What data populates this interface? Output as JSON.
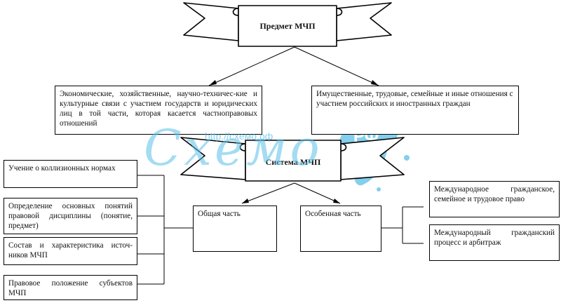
{
  "top_banner": {
    "title": "Предмет МЧП"
  },
  "middle_banner": {
    "title": "Система МЧП"
  },
  "subject_left": {
    "text": "Экономические, хозяйственные, научно-техничес-кие и культурные связи с участием государств и юридических лиц в той части, которая касается частноправовых отношений"
  },
  "subject_right": {
    "text": "Имущественные, трудовые, семейные и иные отношения с участием российских и иностранных граждан"
  },
  "general_part": {
    "label": "Общая часть"
  },
  "special_part": {
    "label": "Особенная часть"
  },
  "general_items": [
    {
      "text": "Учение о коллизионных нормах"
    },
    {
      "text": "Определение основных понятий правовой дисциплины (понятие, предмет)"
    },
    {
      "text": "Состав и характеристика источ-ников МЧП"
    },
    {
      "text": "Правовое положение субъектов МЧП"
    }
  ],
  "special_items": [
    {
      "text": "Международное гражданское, семейное и трудовое право"
    },
    {
      "text": "Международный гражданский процесс и арбитраж"
    }
  ],
  "watermark": {
    "url": "http://схемо.рф",
    "brand": "Схемо",
    "badge": "РФ",
    "color": "#5bc0e8"
  }
}
